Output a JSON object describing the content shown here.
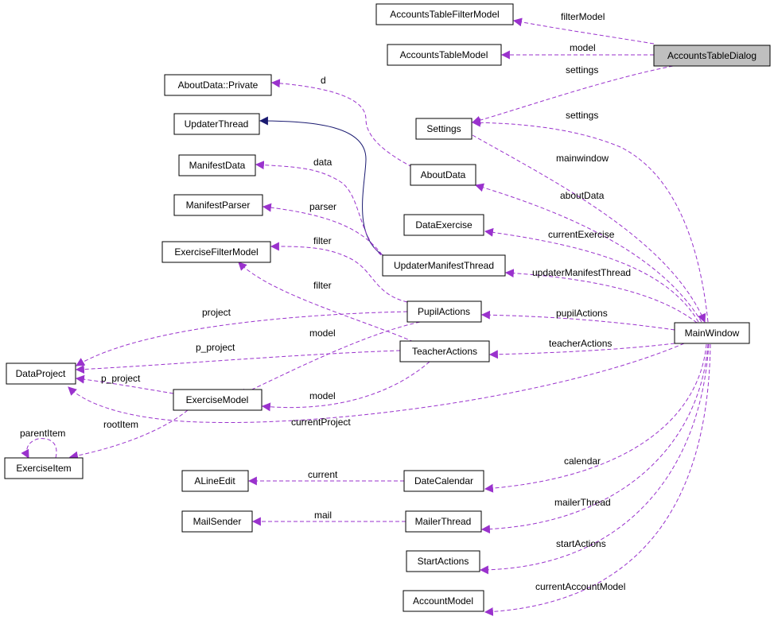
{
  "diagram": {
    "colors": {
      "dependency": "#9a32cd",
      "inheritance": "#191970",
      "highlight": "#bfbfbf"
    },
    "nodes": {
      "AccountsTableFilterModel": "AccountsTableFilterModel",
      "AccountsTableModel": "AccountsTableModel",
      "AccountsTableDialog": "AccountsTableDialog",
      "AboutDataPrivate": "AboutData::Private",
      "UpdaterThread": "UpdaterThread",
      "Settings": "Settings",
      "ManifestData": "ManifestData",
      "AboutData": "AboutData",
      "ManifestParser": "ManifestParser",
      "DataExercise": "DataExercise",
      "ExerciseFilterModel": "ExerciseFilterModel",
      "UpdaterManifestThread": "UpdaterManifestThread",
      "PupilActions": "PupilActions",
      "MainWindow": "MainWindow",
      "DataProject": "DataProject",
      "TeacherActions": "TeacherActions",
      "ExerciseModel": "ExerciseModel",
      "ExerciseItem": "ExerciseItem",
      "ALineEdit": "ALineEdit",
      "DateCalendar": "DateCalendar",
      "MailSender": "MailSender",
      "MailerThread": "MailerThread",
      "StartActions": "StartActions",
      "AccountModel": "AccountModel"
    },
    "edge_labels": {
      "filterModel": "filterModel",
      "model_dialog": "model",
      "settings_dialog": "settings",
      "d": "d",
      "settings_main": "settings",
      "mainwindow": "mainwindow",
      "data": "data",
      "aboutData": "aboutData",
      "parser": "parser",
      "currentExercise": "currentExercise",
      "filter_pupil": "filter",
      "updaterManifestThread": "updaterManifestThread",
      "filter_teacher": "filter",
      "project": "project",
      "pupilActions": "pupilActions",
      "model_pupil": "model",
      "p_project_teacher": "p_project",
      "teacherActions": "teacherActions",
      "p_project_model": "p_project",
      "model_teacher": "model",
      "rootItem": "rootItem",
      "currentProject": "currentProject",
      "parentItem": "parentItem",
      "calendar": "calendar",
      "current": "current",
      "mailerThread": "mailerThread",
      "mail": "mail",
      "startActions": "startActions",
      "currentAccountModel": "currentAccountModel"
    }
  }
}
